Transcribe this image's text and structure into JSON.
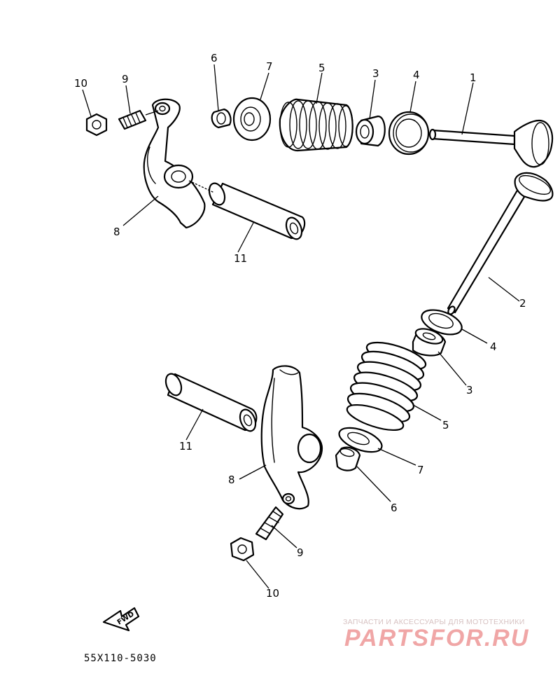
{
  "diagram": {
    "callouts": {
      "top_valve": "1",
      "bottom_valve": "2",
      "top_seal": "3",
      "bottom_seal": "3",
      "top_seat": "4",
      "bottom_seat": "4",
      "top_spring": "5",
      "bottom_spring": "5",
      "top_cotter": "6",
      "bottom_cotter": "6",
      "top_retainer": "7",
      "bottom_retainer": "7",
      "top_arm": "8",
      "bottom_arm": "8",
      "top_screw": "9",
      "bottom_screw": "9",
      "top_nut": "10",
      "bottom_nut": "10",
      "top_shaft": "11",
      "bottom_shaft": "11"
    },
    "fwd_label": "FWD",
    "drawing_code": "55X110-5030"
  },
  "watermark": {
    "subtitle": "ЗАПЧАСТИ И АКСЕССУАРЫ ДЛЯ МОТОТЕХНИКИ",
    "brand": "PARTSFOR.RU"
  }
}
